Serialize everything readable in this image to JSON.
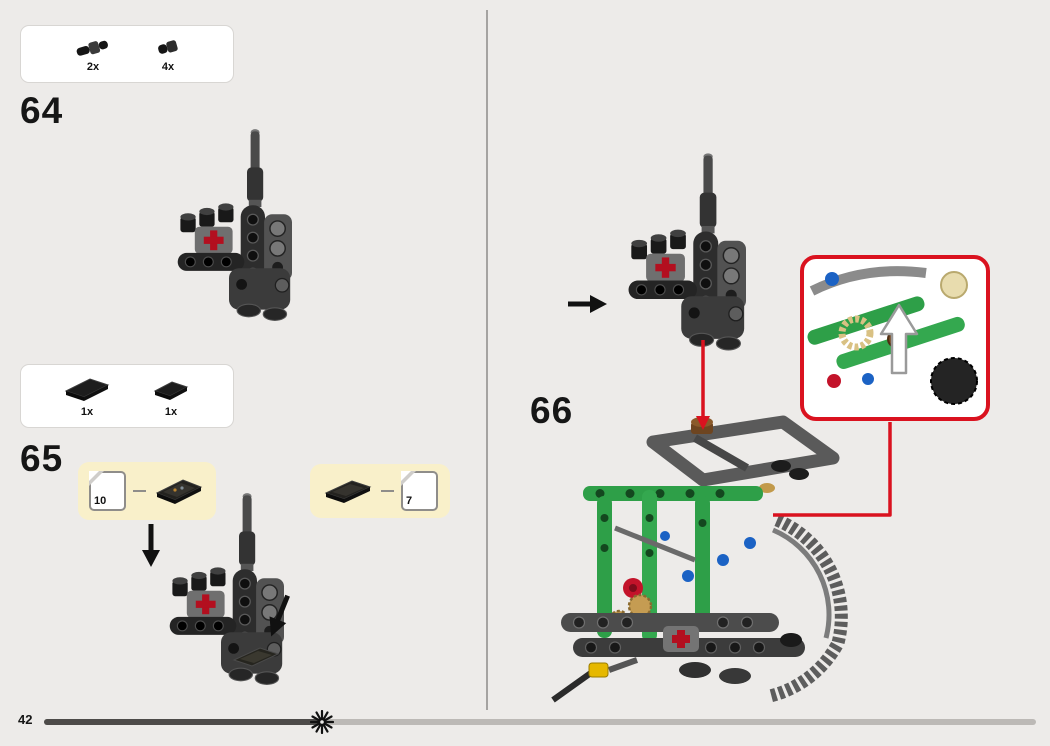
{
  "page": {
    "number": "42",
    "background_color": "#edebe9"
  },
  "colors": {
    "callout_red": "#da121f",
    "lego_green": "#2e9f48",
    "lego_blue_pin": "#1b62c4",
    "sticker_panel_yellow": "#f9f0ca",
    "progress_bar_dark": "#4d4b49",
    "progress_bar_light": "#bcb9b6"
  },
  "steps": {
    "step64": {
      "number": "64",
      "parts_box": {
        "items": [
          {
            "count": "2x",
            "icon": "technic-pin-connector-icon"
          },
          {
            "count": "4x",
            "icon": "technic-pin-icon"
          }
        ]
      }
    },
    "step65": {
      "number": "65",
      "parts_box": {
        "items": [
          {
            "count": "1x",
            "icon": "black-tile-large-icon"
          },
          {
            "count": "1x",
            "icon": "black-tile-small-icon"
          }
        ]
      },
      "sticker_callouts": [
        {
          "sticker_number": "10"
        },
        {
          "sticker_number": "7"
        }
      ]
    },
    "step66": {
      "number": "66"
    }
  }
}
